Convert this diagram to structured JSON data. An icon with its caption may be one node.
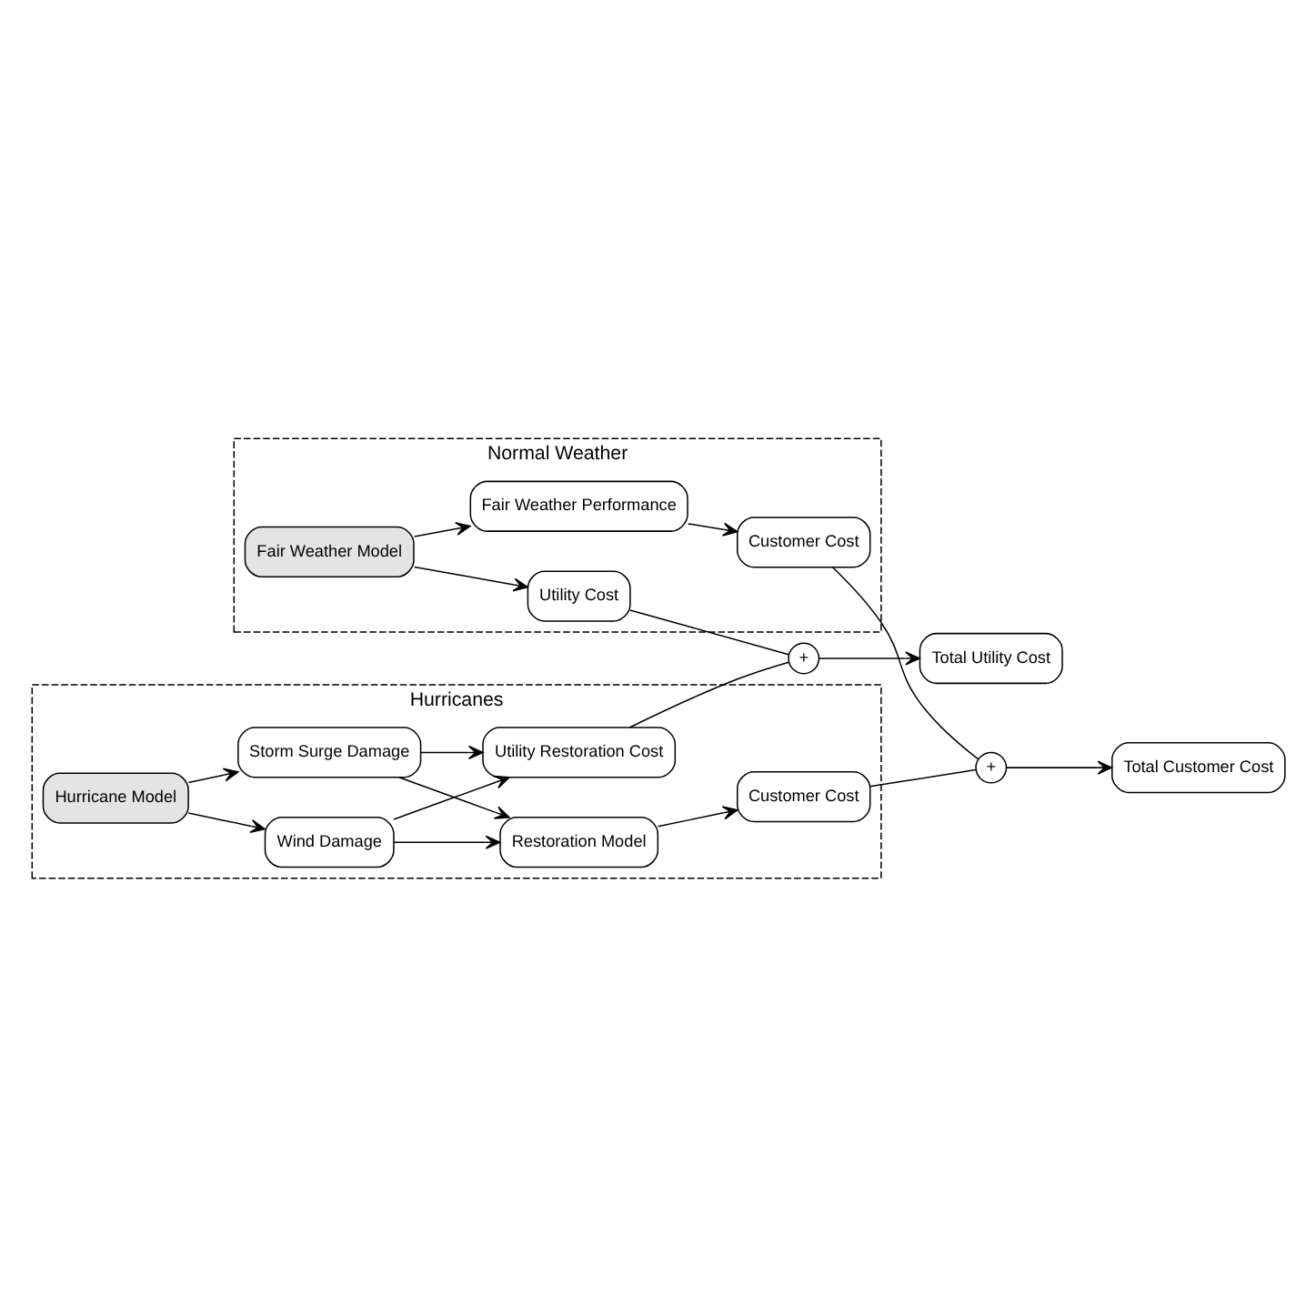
{
  "diagram": {
    "nodes": [
      {
        "text": [
          "Normal Weather"
        ]
      },
      {
        "text": [
          "Fair Weather Model"
        ],
        "in": 0
      },
      {
        "text": [
          "Utility Cost"
        ],
        "in": 0
      },
      {
        "text": [
          "Fair Weather Performance"
        ],
        "in": 0
      },
      {
        "text": [
          "Customer Cost"
        ],
        "in": 0
      },
      {
        "text": [
          "Hurricanes"
        ]
      },
      {
        "text": [
          "Hurricane Model"
        ],
        "in": 5
      },
      {
        "text": [
          "Wind Damage"
        ],
        "in": 5
      },
      {
        "text": [
          "Storm Surge Damage"
        ],
        "in": 5
      },
      {
        "text": [
          "Utility Restoration Cost"
        ],
        "in": 5
      },
      {
        "text": [
          "Restoration Model"
        ],
        "in": 5
      },
      {
        "text": [
          "Customer Cost"
        ],
        "in": 5
      },
      {
        "text": [
          "+"
        ]
      },
      {
        "text": [
          "+"
        ]
      },
      {
        "text": [
          "Total Utility Cost"
        ]
      },
      {
        "text": [
          "Total Customer Cost"
        ]
      }
    ],
    "edges": [
      {
        "from": 1,
        "to": 2,
        "arrow": "to"
      },
      {
        "from": 1,
        "to": 3,
        "arrow": "to"
      },
      {
        "from": 3,
        "to": 4,
        "arrow": "to"
      },
      {
        "from": 2,
        "to": 12,
        "arrow": "none"
      },
      {
        "from": 4,
        "to": 13,
        "arrow": "none"
      },
      {
        "from": 12,
        "to": 14,
        "arrow": "to"
      },
      {
        "from": 13,
        "to": 15,
        "arrow": "to"
      },
      {
        "from": 6,
        "to": 7,
        "arrow": "to"
      },
      {
        "from": 6,
        "to": 8,
        "arrow": "to"
      },
      {
        "from": 7,
        "to": 9,
        "arrow": "to"
      },
      {
        "from": 8,
        "to": 9,
        "arrow": "to"
      },
      {
        "from": 7,
        "to": 10,
        "arrow": "to"
      },
      {
        "from": 8,
        "to": 10,
        "arrow": "to"
      },
      {
        "from": 10,
        "to": 11,
        "arrow": "to"
      },
      {
        "from": 9,
        "to": 12,
        "arrow": "none"
      },
      {
        "from": 11,
        "to": 13,
        "arrow": "none"
      }
    ]
  }
}
